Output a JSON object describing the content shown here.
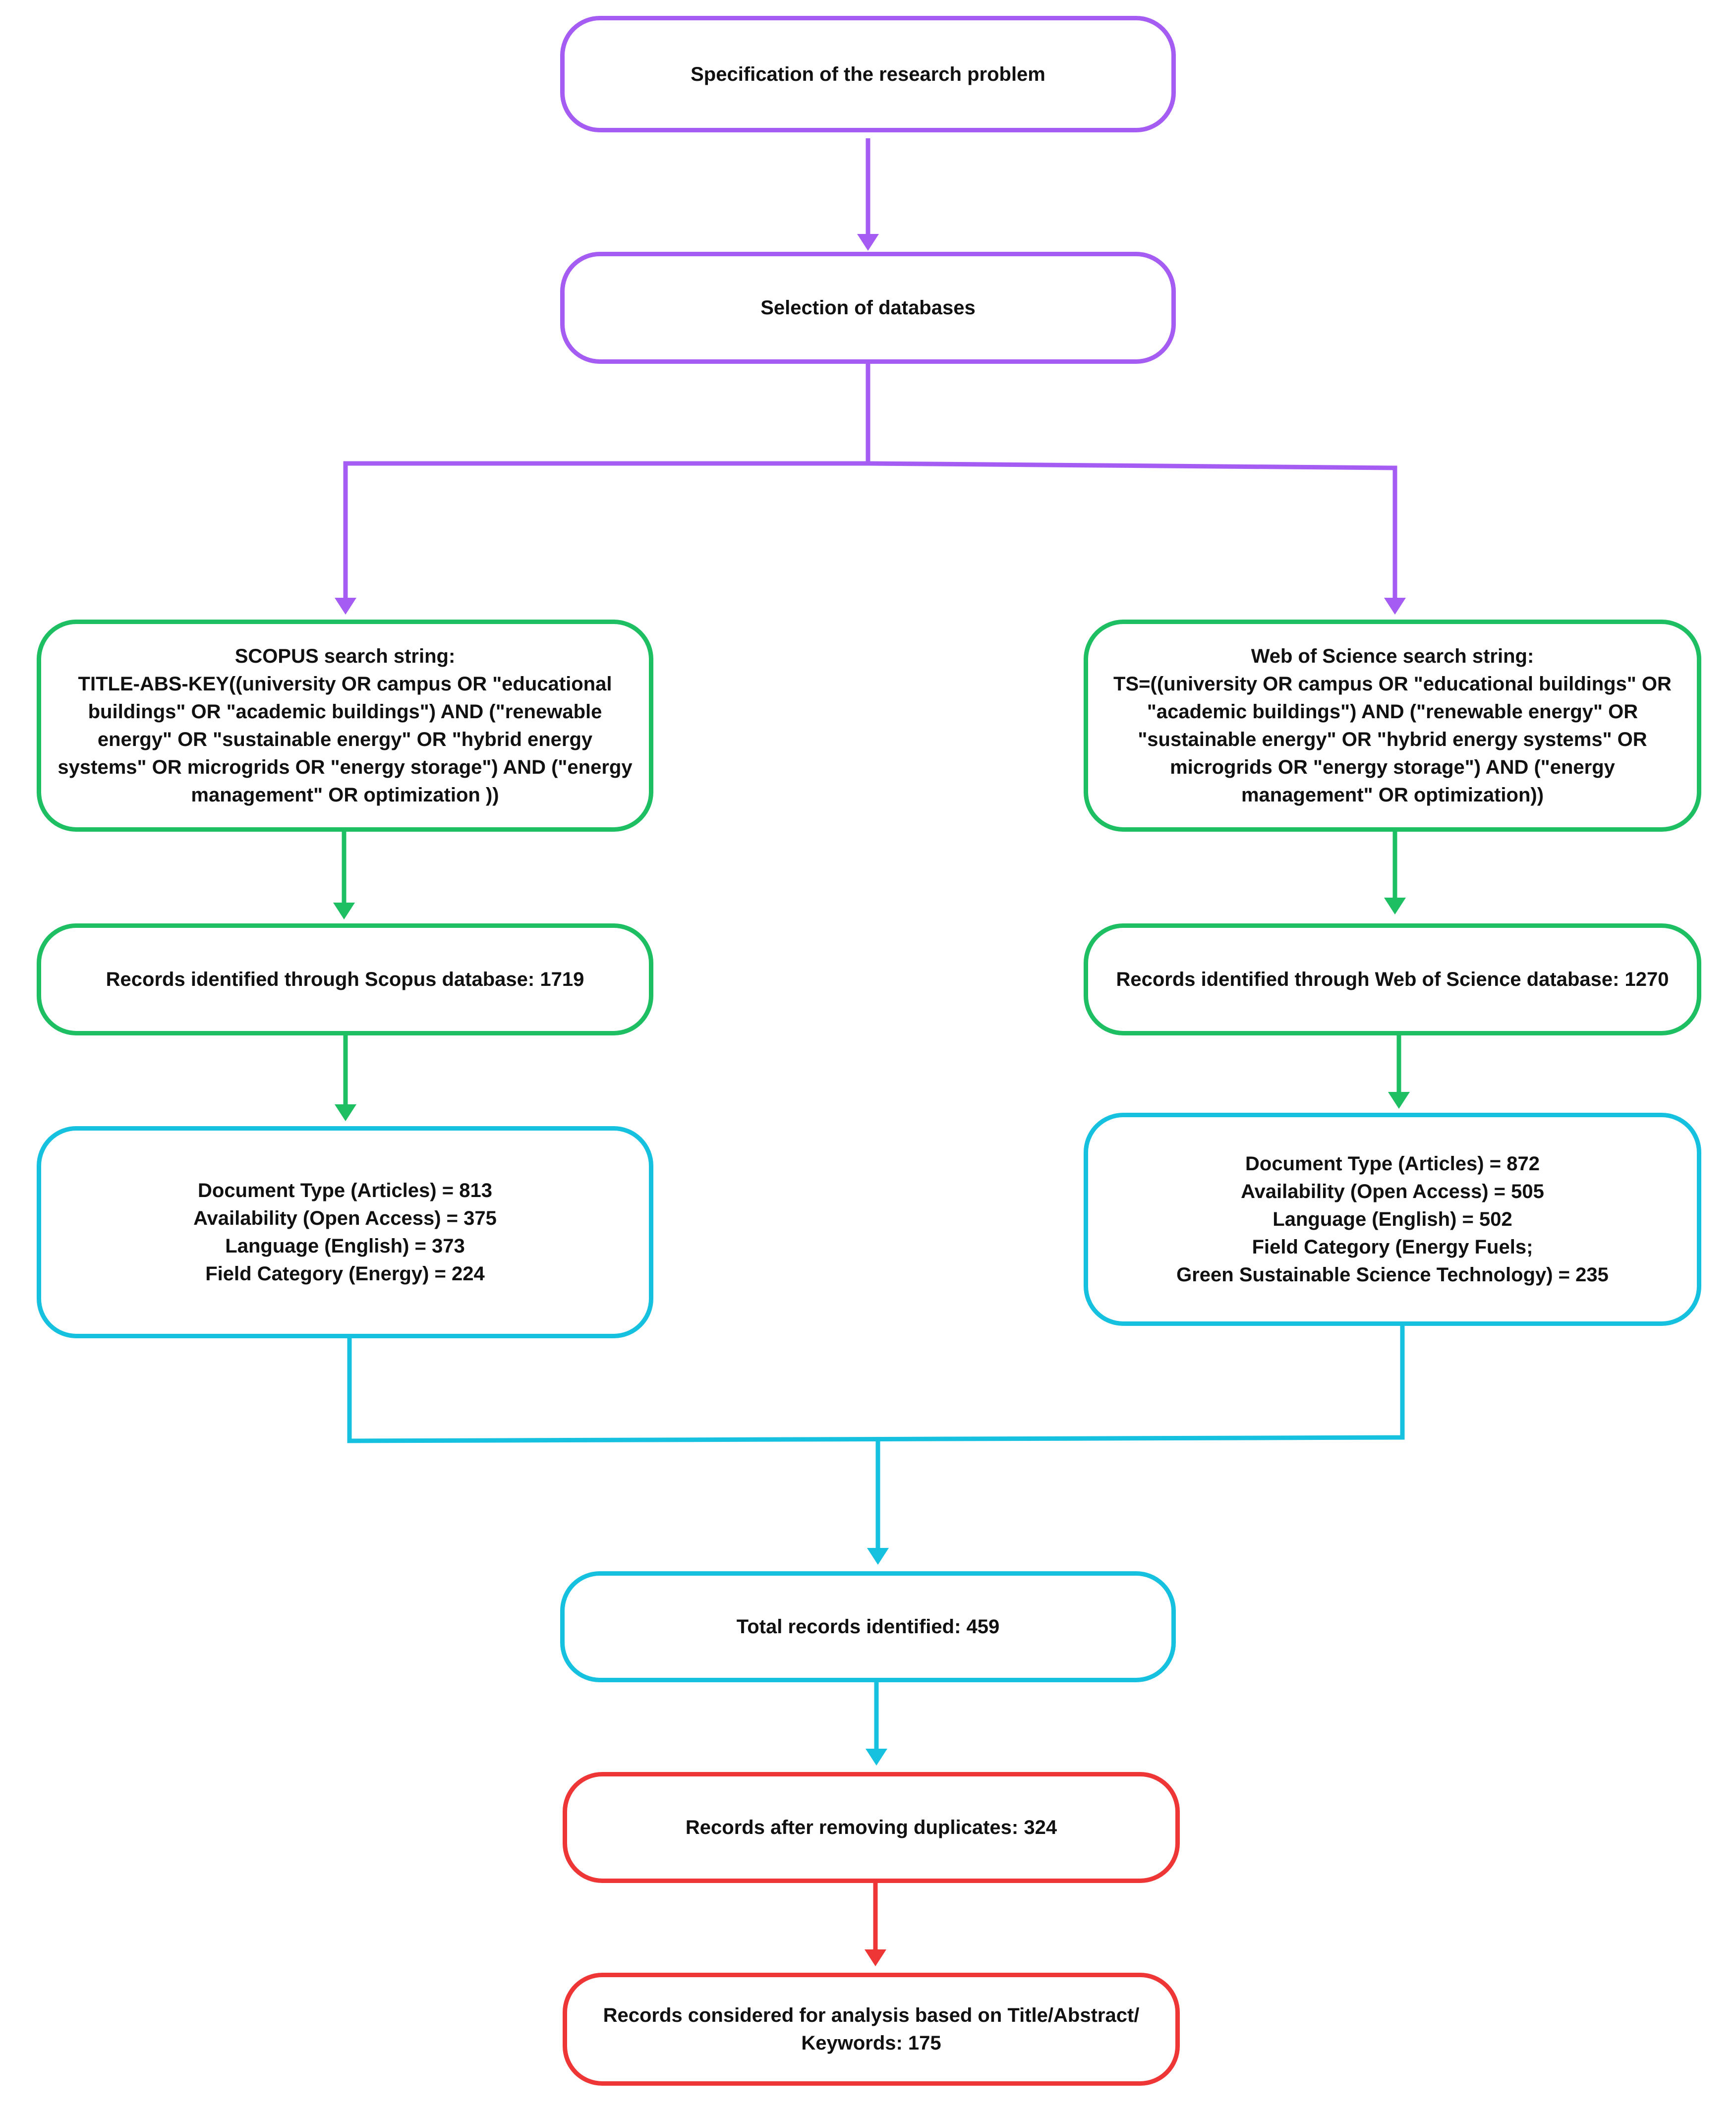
{
  "colors": {
    "purple": "#a45cf2",
    "green": "#1dbf62",
    "cyan": "#16c1df",
    "red": "#ef3636"
  },
  "nodes": {
    "research_problem": {
      "lines": [
        "Specification of the research problem"
      ]
    },
    "databases": {
      "lines": [
        "Selection of databases"
      ]
    },
    "scopus_search": {
      "lines": [
        "SCOPUS search string:",
        "TITLE-ABS-KEY((university OR campus OR \"educational",
        "buildings\" OR \"academic buildings\") AND (\"renewable",
        "energy\" OR \"sustainable energy\" OR \"hybrid energy",
        "systems\" OR microgrids OR \"energy storage\") AND (\"energy",
        "management\" OR optimization ))"
      ]
    },
    "wos_search": {
      "lines": [
        "Web of Science search string:",
        "TS=((university OR campus OR \"educational buildings\" OR",
        "\"academic buildings\") AND (\"renewable energy\" OR",
        "\"sustainable energy\" OR \"hybrid energy systems\" OR",
        "microgrids OR \"energy storage\") AND (\"energy",
        "management\" OR optimization))"
      ]
    },
    "scopus_records": {
      "lines": [
        "Records identified through Scopus database: 1719"
      ]
    },
    "wos_records": {
      "lines": [
        "Records identified through Web of Science database: 1270"
      ]
    },
    "scopus_filters": {
      "lines": [
        "Document Type (Articles) = 813",
        "Availability (Open Access) = 375",
        "Language (English) = 373",
        "Field Category (Energy) = 224"
      ]
    },
    "wos_filters": {
      "lines": [
        "Document Type (Articles) = 872",
        "Availability (Open Access) = 505",
        "Language (English) = 502",
        "Field Category (Energy Fuels;",
        "Green Sustainable Science Technology) = 235"
      ]
    },
    "total_records": {
      "lines": [
        "Total records identified: 459"
      ]
    },
    "deduplicated": {
      "lines": [
        "Records after removing duplicates: 324"
      ]
    },
    "final_records": {
      "lines": [
        "Records considered for analysis based on Title/Abstract/",
        "Keywords: 175"
      ]
    }
  }
}
